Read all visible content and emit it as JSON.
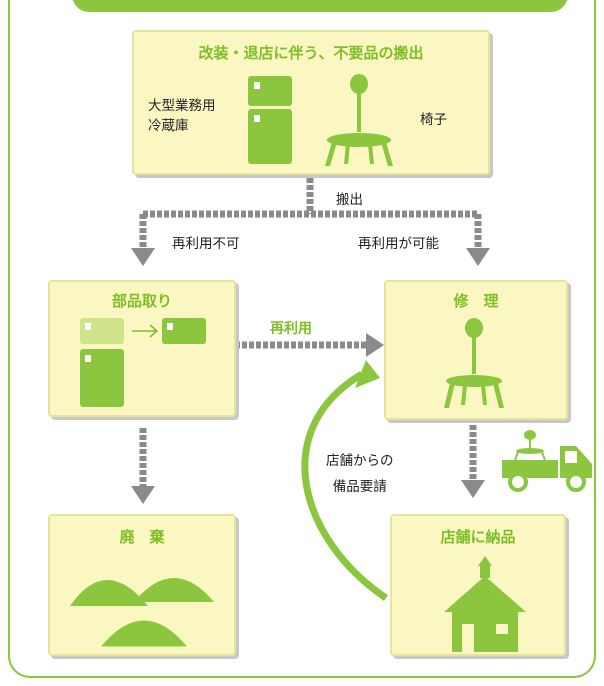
{
  "boxes": {
    "source": {
      "title": "改装・退店に伴う、不要品の搬出",
      "fridge_label": "大型業務用\n冷蔵庫",
      "chair_label": "椅子"
    },
    "parts": {
      "title": "部品取り"
    },
    "repair": {
      "title": "修　理"
    },
    "dispose": {
      "title": "廃　棄"
    },
    "deliver": {
      "title": "店舗に納品"
    }
  },
  "arrows": {
    "carry_out": "搬出",
    "not_reusable": "再利用不可",
    "reusable": "再利用が可能",
    "reuse": "再利用",
    "store_request": "店舗からの\n備品要請"
  },
  "colors": {
    "green": "#8cc63f",
    "box_fill": "#fbf7c2",
    "arrow_gray": "#8a8a8a"
  }
}
